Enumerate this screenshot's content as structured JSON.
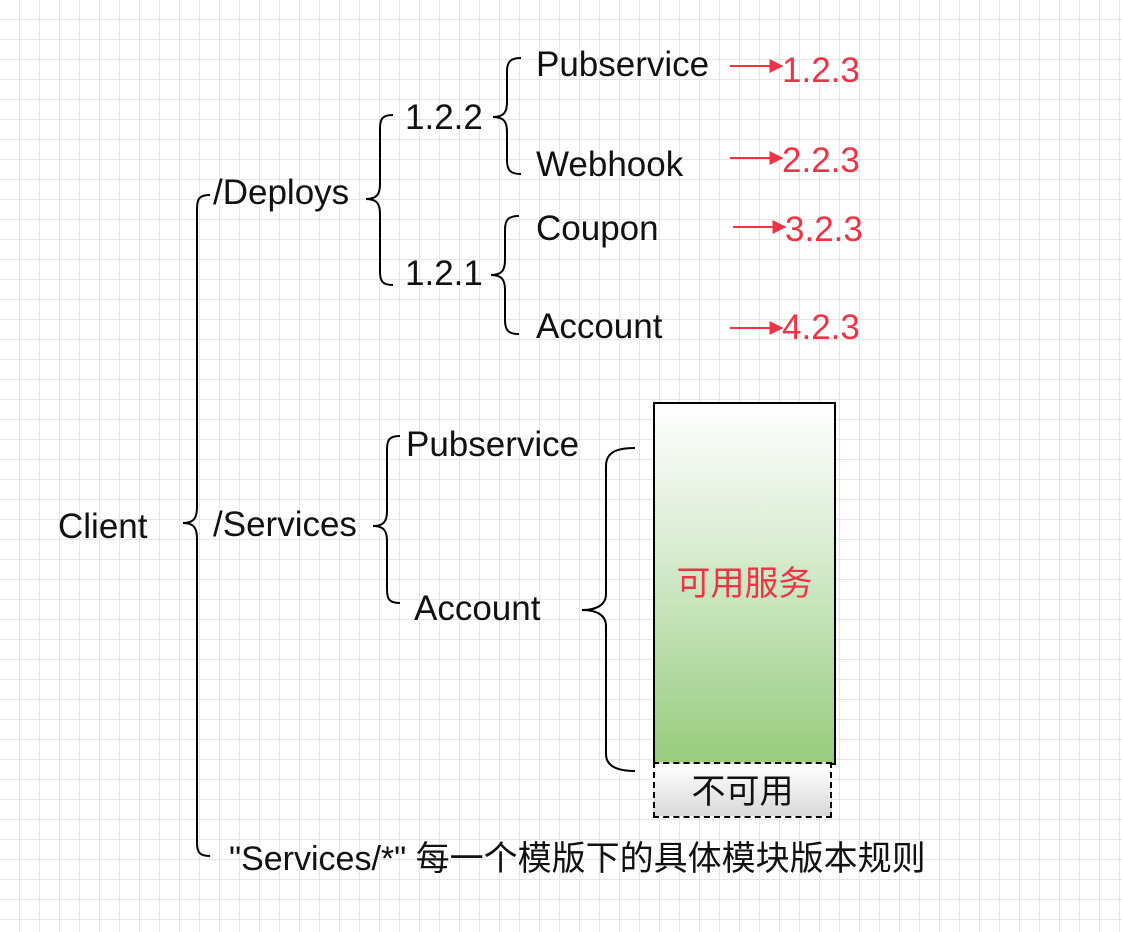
{
  "root": "Client",
  "deploys": {
    "label": "/Deploys",
    "versions": [
      {
        "label": "1.2.2",
        "services": [
          {
            "label": "Pubservice",
            "target": "1.2.3"
          },
          {
            "label": "Webhook",
            "target": "2.2.3"
          }
        ]
      },
      {
        "label": "1.2.1",
        "services": [
          {
            "label": "Coupon",
            "target": "3.2.3"
          },
          {
            "label": "Account",
            "target": "4.2.3"
          }
        ]
      }
    ]
  },
  "services": {
    "label": "/Services",
    "items": [
      "Pubservice",
      "Account"
    ]
  },
  "availability": {
    "available": "可用服务",
    "unavailable": "不可用"
  },
  "rule_note": "\"Services/*\" 每一个模版下的具体模块版本规则",
  "colors": {
    "version_text": "#ee3344",
    "available_fill": "#97cc7d",
    "unavailable_fill": "#d9d9d9",
    "grid": "#e6e6e6"
  }
}
